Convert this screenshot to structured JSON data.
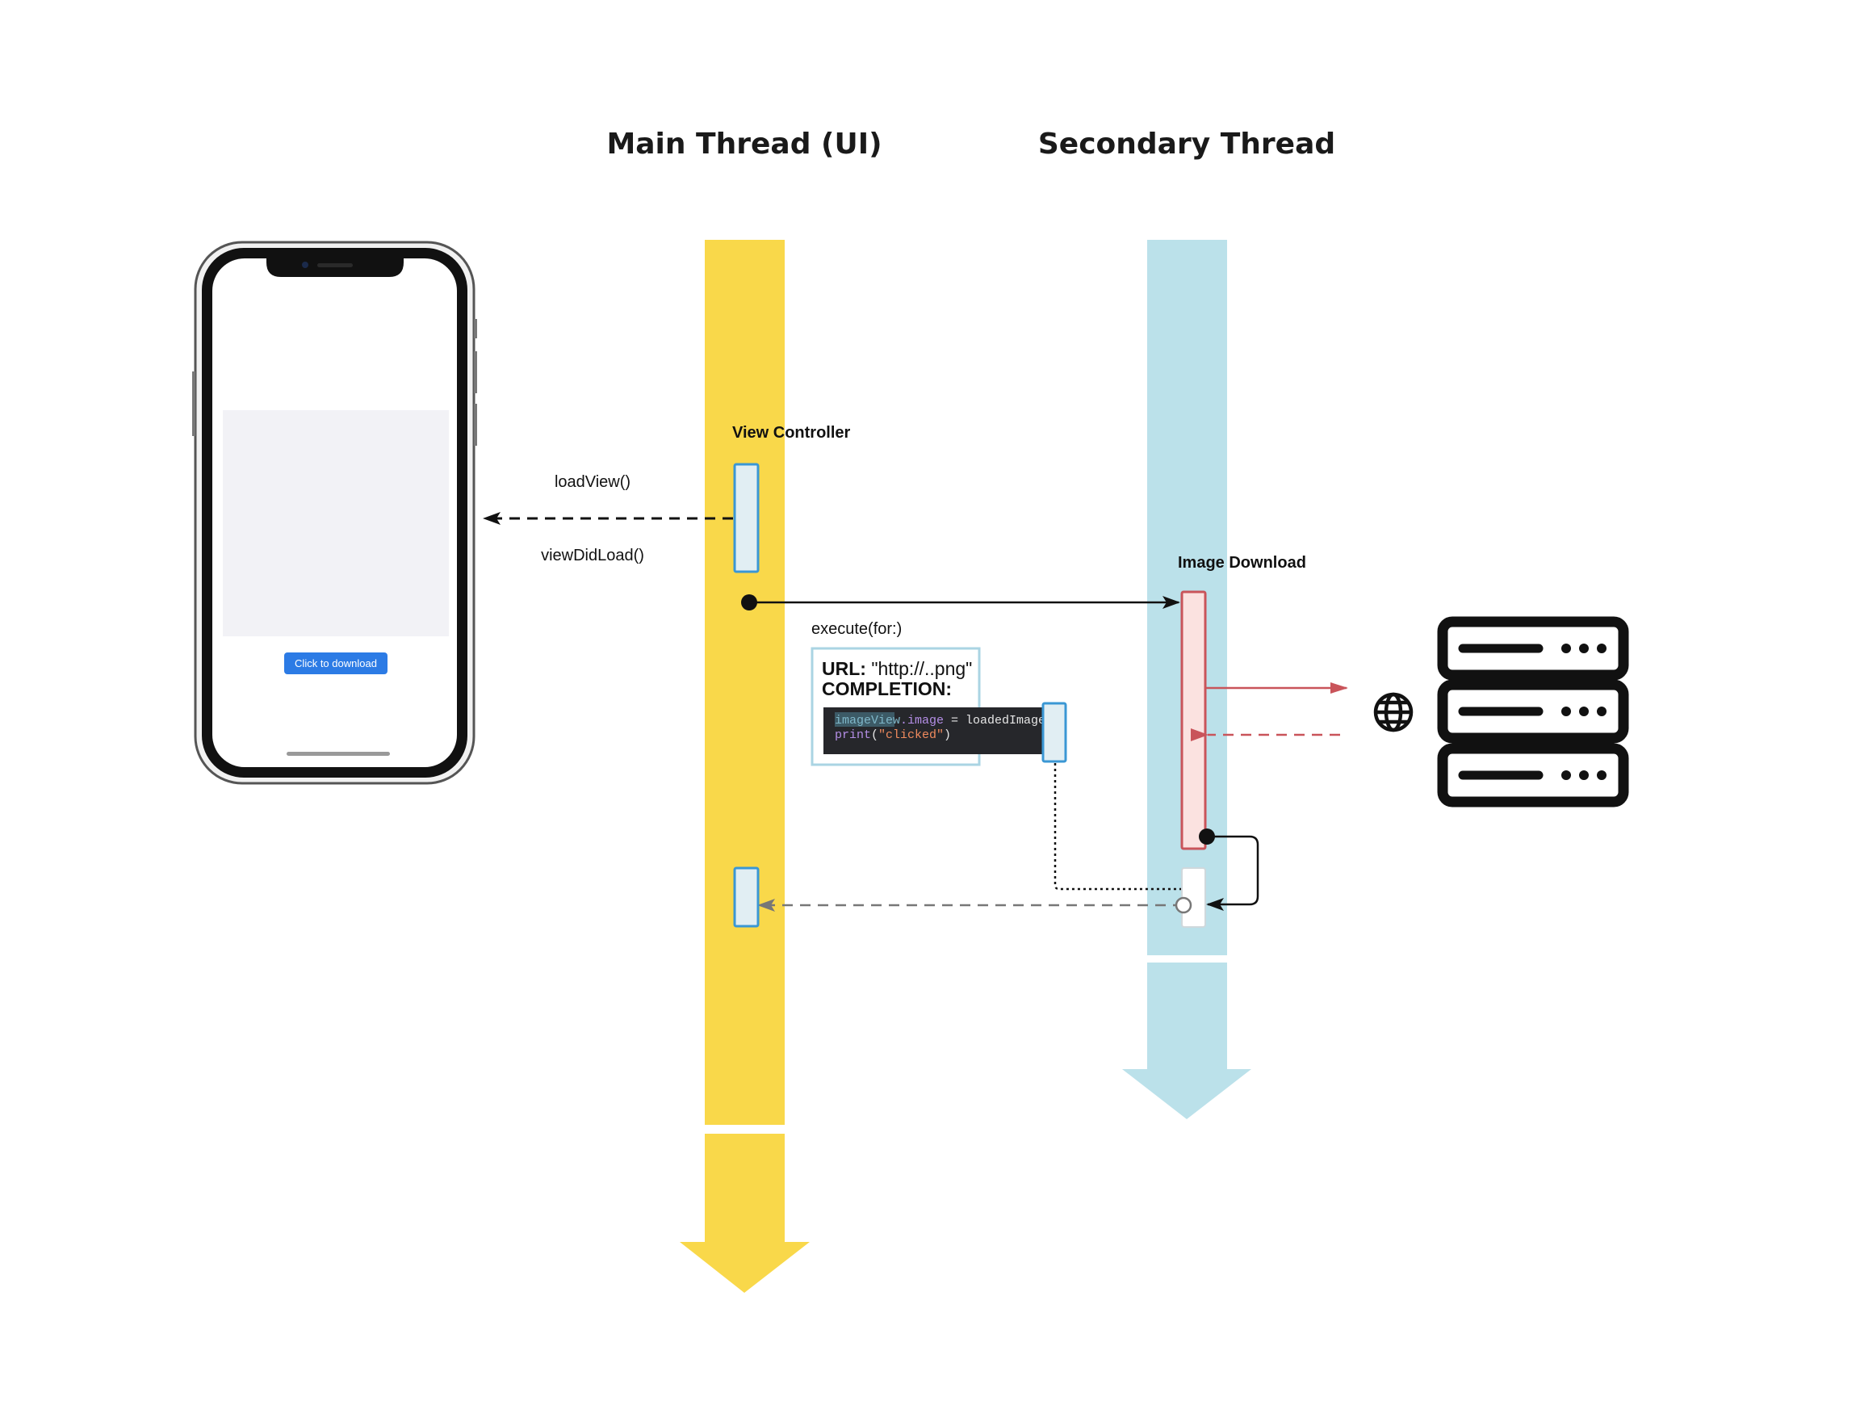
{
  "headings": {
    "main_thread": "Main Thread (UI)",
    "secondary_thread": "Secondary Thread"
  },
  "participants": {
    "view_controller": "View Controller",
    "image_download": "Image Download"
  },
  "messages": {
    "load_view": "loadView()",
    "view_did_load": "viewDidLoad()",
    "execute": "execute(for:)"
  },
  "note": {
    "url_key": "URL:",
    "url_value": " \"http://..png\"",
    "completion": "COMPLETION:",
    "code_line1": [
      {
        "text": "imageView",
        "color": "#7fb7c9"
      },
      {
        "text": ".image",
        "color": "#b48ee6"
      },
      {
        "text": " = loadedImage",
        "color": "#e6e6e6"
      }
    ],
    "code_line2": [
      {
        "text": "print",
        "color": "#b48ee6"
      },
      {
        "text": "(",
        "color": "#e6e6e6"
      },
      {
        "text": "\"clicked\"",
        "color": "#f08a5d"
      },
      {
        "text": ")",
        "color": "#e6e6e6"
      }
    ]
  },
  "phone": {
    "button_label": "Click to download"
  },
  "colors": {
    "main_thread": "#f9d84a",
    "secondary_thread": "#bbe1ea",
    "activation_blue": "#3a97d4",
    "activation_red": "#c9545a",
    "network_arrow": "#c9545a",
    "button": "#2c7be5"
  },
  "icons": [
    "globe-icon",
    "server-stack-icon",
    "iphone-mockup"
  ]
}
